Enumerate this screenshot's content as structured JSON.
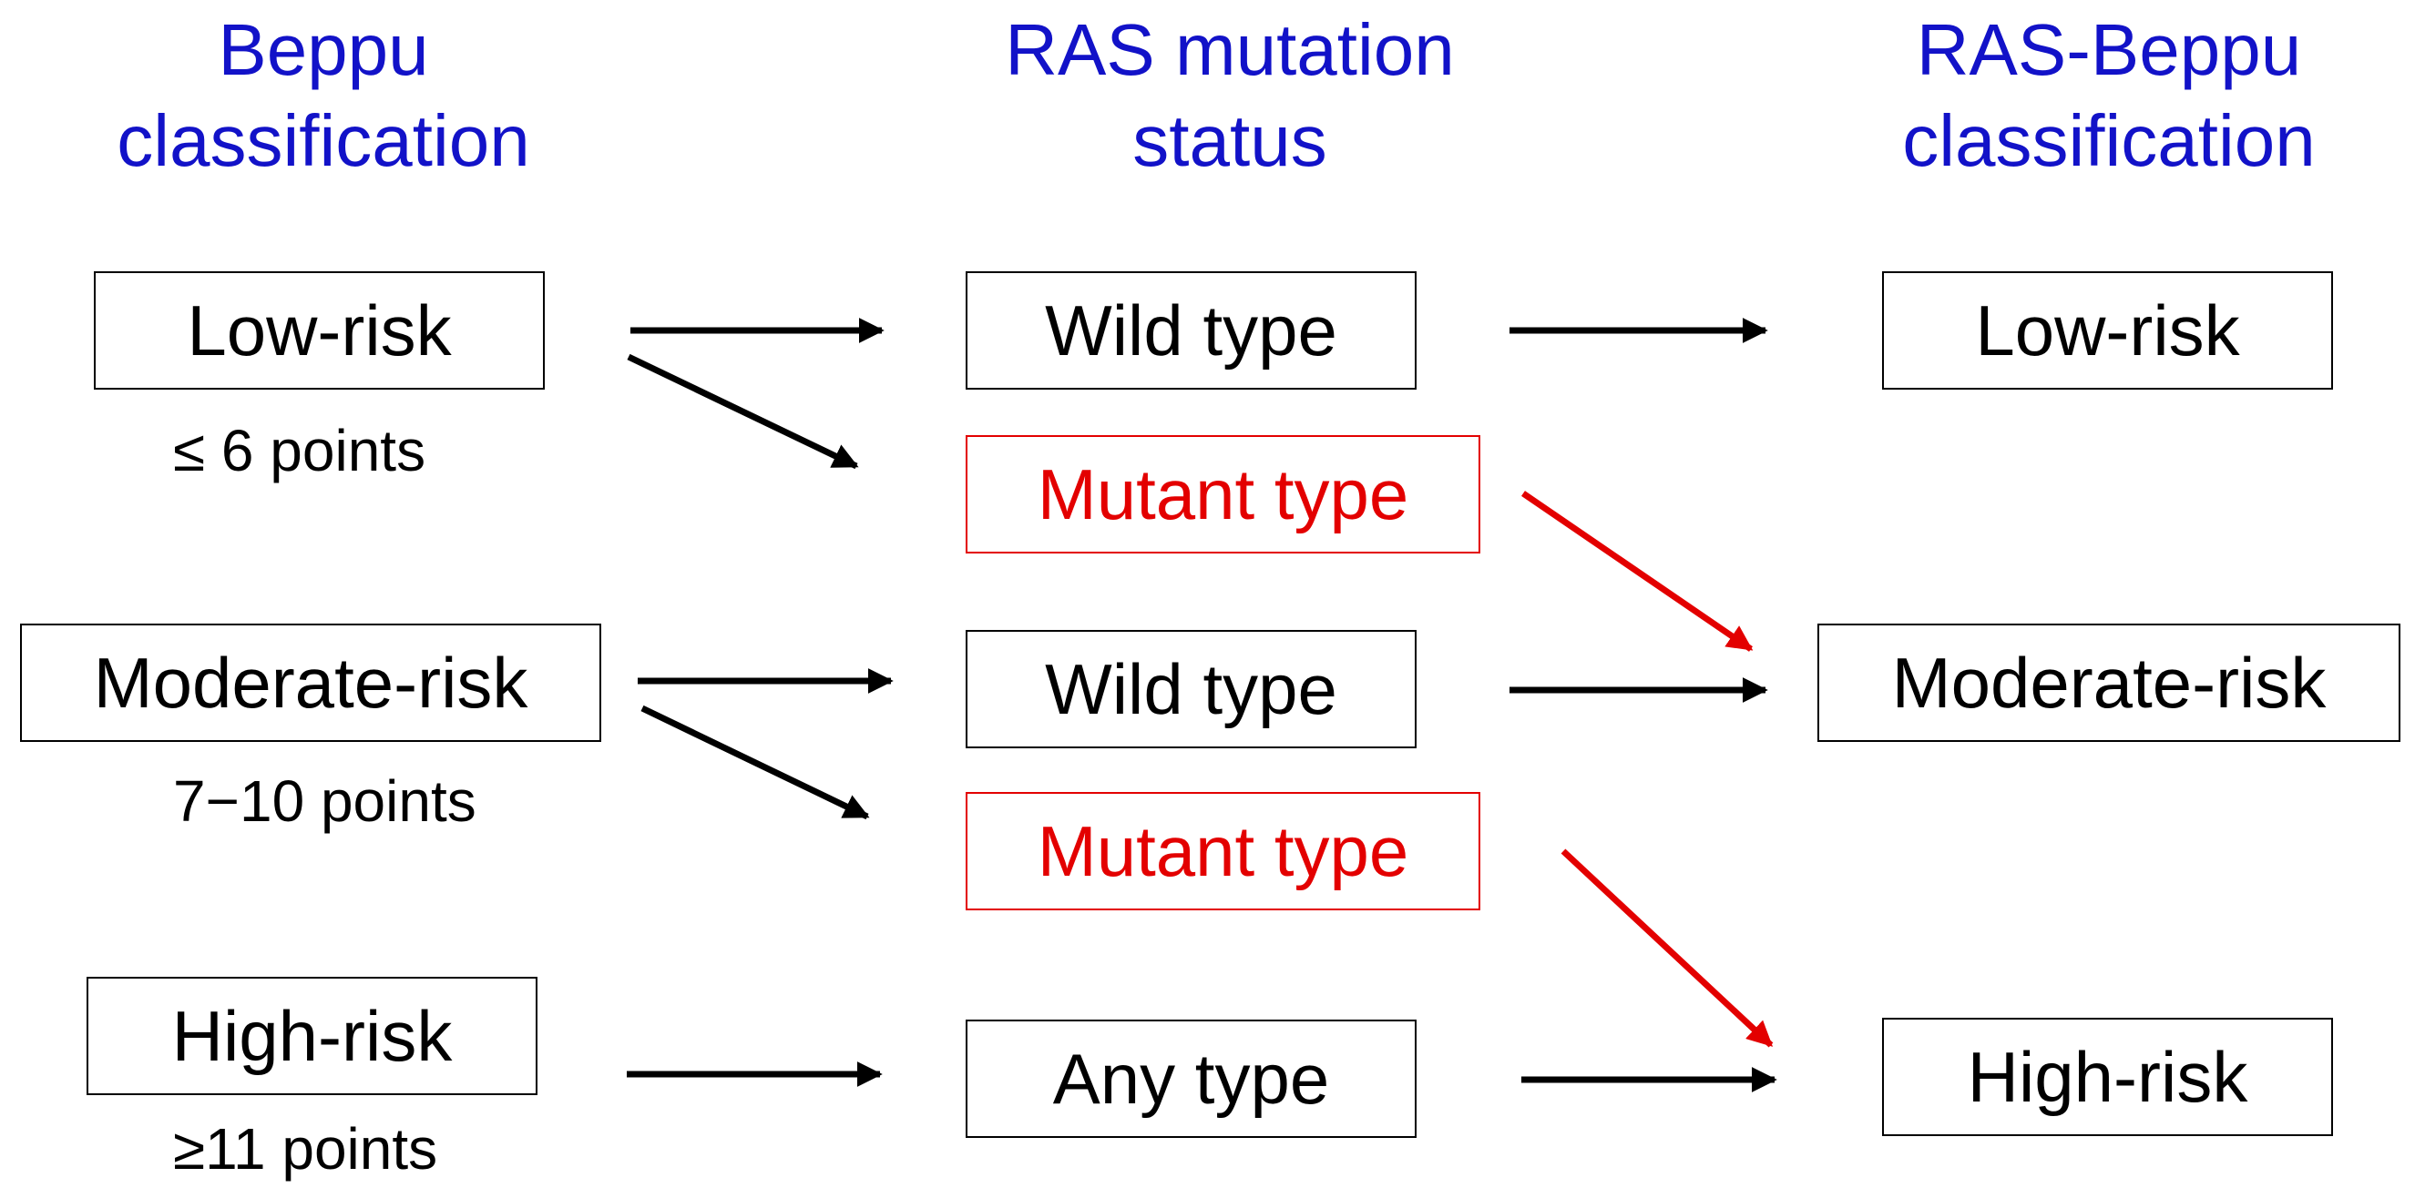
{
  "headers": {
    "beppu": {
      "line1": "Beppu",
      "line2": "classification"
    },
    "ras": {
      "line1": "RAS mutation",
      "line2": "status"
    },
    "ras_beppu": {
      "line1": "RAS-Beppu",
      "line2": "classification"
    }
  },
  "beppu_classes": [
    {
      "label": "Low-risk",
      "points": "≤ 6 points"
    },
    {
      "label": "Moderate-risk",
      "points": "7−10 points"
    },
    {
      "label": "High-risk",
      "points": "≥11 points"
    }
  ],
  "ras_status": [
    {
      "label": "Wild type"
    },
    {
      "label": "Mutant type"
    },
    {
      "label": "Wild type"
    },
    {
      "label": "Mutant type"
    },
    {
      "label": "Any type"
    }
  ],
  "ras_beppu_classes": [
    {
      "label": "Low-risk"
    },
    {
      "label": "Moderate-risk"
    },
    {
      "label": "High-risk"
    }
  ],
  "colors": {
    "header": "#1212c8",
    "mutant": "#e30000",
    "normal": "#000000"
  }
}
